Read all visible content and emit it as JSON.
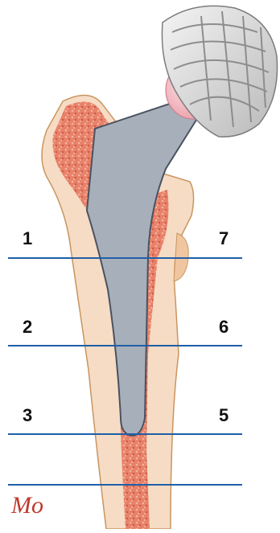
{
  "zones": [
    {
      "id": "1",
      "label": "1"
    },
    {
      "id": "2",
      "label": "2"
    },
    {
      "id": "3",
      "label": "3"
    },
    {
      "id": "5",
      "label": "5"
    },
    {
      "id": "6",
      "label": "6"
    },
    {
      "id": "7",
      "label": "7"
    }
  ],
  "signature": "Mo",
  "colors": {
    "bone_cortex": "#f6dcc4",
    "bone_marrow": "#e8816a",
    "stem": "#a7afba",
    "stem_outline": "#4a5260",
    "ball_liner": "#f2b8c0",
    "cup": "#d9d9d9",
    "zone_line": "#1f5fa8"
  }
}
